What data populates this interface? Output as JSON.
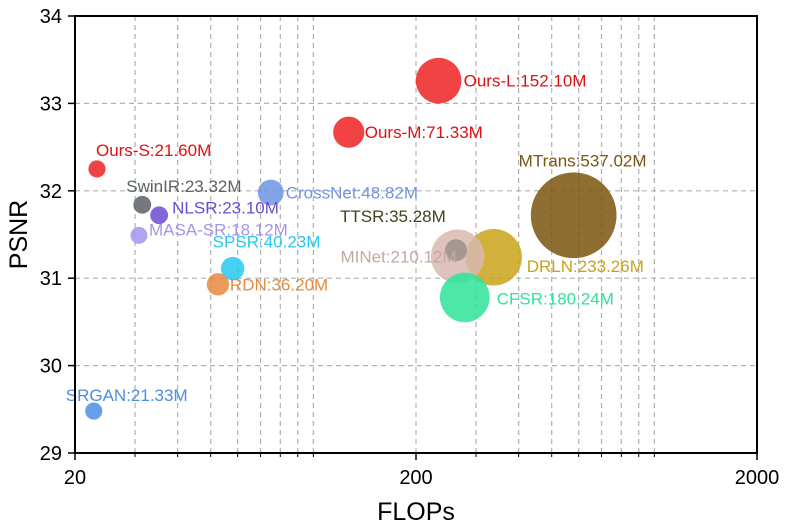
{
  "chart_data": {
    "type": "scatter",
    "xlabel": "FLOPs",
    "ylabel": "PSNR",
    "xscale": "log",
    "xlim": [
      20,
      2000
    ],
    "ylim": [
      29,
      34
    ],
    "xticks": [
      20,
      200,
      2000
    ],
    "xtick_labels": [
      "20",
      "200",
      "2000"
    ],
    "yticks": [
      29,
      30,
      31,
      32,
      33,
      34
    ],
    "ytick_labels": [
      "29",
      "30",
      "31",
      "32",
      "33",
      "34"
    ],
    "grid": true,
    "size_encoding": "FLOPs",
    "points": [
      {
        "label": "MTrans:537.02M",
        "x": 580,
        "y": 31.72,
        "size": 537.02,
        "color": "#7b5511",
        "label_color": "#7b5511"
      },
      {
        "label": "DRLN:233.26M",
        "x": 338,
        "y": 31.24,
        "size": 233.26,
        "color": "#c9a21a",
        "label_color": "#c9a21a"
      },
      {
        "label": "CFSR:180.24M",
        "x": 278,
        "y": 30.78,
        "size": 180.24,
        "color": "#2ee39a",
        "label_color": "#2ee39a"
      },
      {
        "label": "MINet:210.12M",
        "x": 265,
        "y": 31.25,
        "size": 210.12,
        "color": "#d8b8b0",
        "label_color": "#c4a8a0"
      },
      {
        "label": "Ours-L:152.10M",
        "x": 233,
        "y": 33.26,
        "size": 152.1,
        "color": "#ee2222",
        "label_color": "#dd1111"
      },
      {
        "label": "Ours-M:71.33M",
        "x": 127,
        "y": 32.67,
        "size": 71.33,
        "color": "#ee2222",
        "label_color": "#dd1111"
      },
      {
        "label": "TTSR:35.28M",
        "x": 262,
        "y": 31.32,
        "size": 35.28,
        "color": "#9a9188",
        "label_color": "#44421c"
      },
      {
        "label": "CrossNet:48.82M",
        "x": 75,
        "y": 31.98,
        "size": 48.82,
        "color": "#6d95e4",
        "label_color": "#6d95e4"
      },
      {
        "label": "SPSR:40.23M",
        "x": 58,
        "y": 31.11,
        "size": 40.23,
        "color": "#28c8ef",
        "label_color": "#28c8ef"
      },
      {
        "label": "RDN:36.20M",
        "x": 52.5,
        "y": 30.93,
        "size": 36.2,
        "color": "#e68a3c",
        "label_color": "#e68a3c"
      },
      {
        "label": "NLSR:23.10M",
        "x": 35.3,
        "y": 31.72,
        "size": 23.1,
        "color": "#6a4cd0",
        "label_color": "#6a4cd0"
      },
      {
        "label": "SwinIR:23.32M",
        "x": 31.5,
        "y": 31.84,
        "size": 23.32,
        "color": "#5b6268",
        "label_color": "#5b6268"
      },
      {
        "label": "MASA-SR:18.12M",
        "x": 30.8,
        "y": 31.49,
        "size": 18.12,
        "color": "#a594ee",
        "label_color": "#a594ee"
      },
      {
        "label": "Ours-S:21.60M",
        "x": 23.2,
        "y": 32.25,
        "size": 21.6,
        "color": "#ee2222",
        "label_color": "#dd1111"
      },
      {
        "label": "SRGAN:21.33M",
        "x": 22.7,
        "y": 29.48,
        "size": 21.33,
        "color": "#4a8ee2",
        "label_color": "#4a8ee2"
      }
    ]
  }
}
